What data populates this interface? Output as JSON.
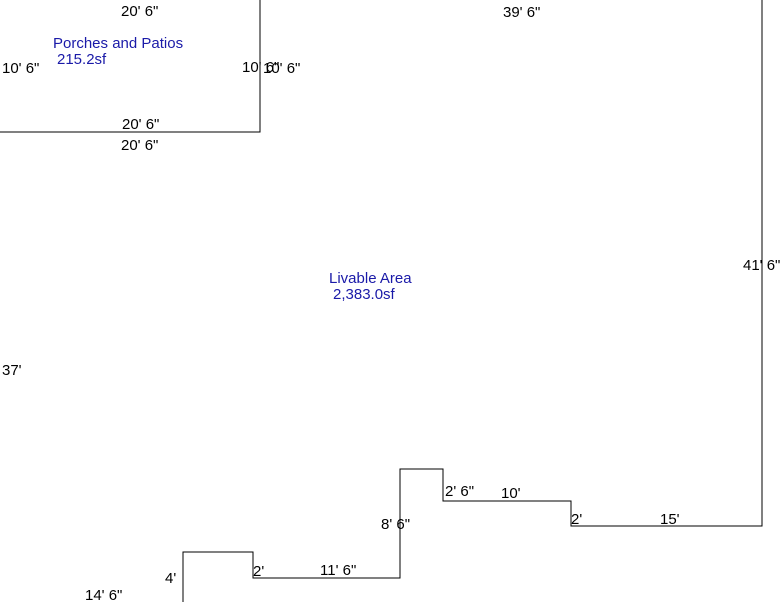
{
  "colors": {
    "line": "#000000",
    "dimension_text": "#000000",
    "area_text": "#1a1aa8"
  },
  "areas": {
    "porches": {
      "name": "Porches and Patios",
      "size": "215.2sf"
    },
    "livable": {
      "name": "Livable Area",
      "size": "2,383.0sf"
    }
  },
  "dimensions": {
    "porch_top": "20' 6\"",
    "porch_left": "10' 6\"",
    "porch_right_inner": "10' 6\"",
    "porch_right_outer": "10' 6\"",
    "porch_bottom_inner": "20' 6\"",
    "porch_bottom_outer": "20' 6\"",
    "top": "39' 6\"",
    "right": "41' 6\"",
    "left": "37'",
    "step_15": "15'",
    "step_2_right": "2'",
    "step_10": "10'",
    "step_2_6": "2' 6\"",
    "step_8_6": "8' 6\"",
    "step_11_6": "11' 6\"",
    "step_2_left": "2'",
    "step_4": "4'",
    "bottom_14_6": "14' 6\""
  }
}
